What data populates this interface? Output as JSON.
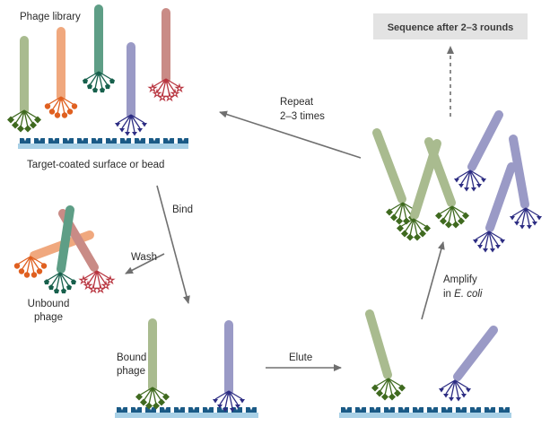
{
  "labels": {
    "phage_library": "Phage library",
    "target_surface": "Target-coated surface or bead",
    "bind": "Bind",
    "wash": "Wash",
    "unbound_line1": "Unbound",
    "unbound_line2": "phage",
    "bound_line1": "Bound",
    "bound_line2": "phage",
    "elute": "Elute",
    "amplify_line1": "Amplify",
    "amplify_line2_prefix": "in ",
    "amplify_line2_italic": "E. coli",
    "repeat_line1": "Repeat",
    "repeat_line2": "2–3 times",
    "sequence": "Sequence after 2–3 rounds"
  },
  "colors": {
    "green": "#a9bb8f",
    "green_dark": "#3f6a1f",
    "orange": "#f0a87e",
    "orange_dark": "#e06020",
    "teal": "#5e9e86",
    "teal_dark": "#17604c",
    "rose": "#c98b86",
    "rose_dark": "#b8343f",
    "purple": "#9a9ac6",
    "purple_dark": "#2d2d83",
    "surface": "#a8d0e6",
    "triangle": "#1a5a86",
    "arrow": "#707070",
    "box": "#e3e3e3"
  }
}
